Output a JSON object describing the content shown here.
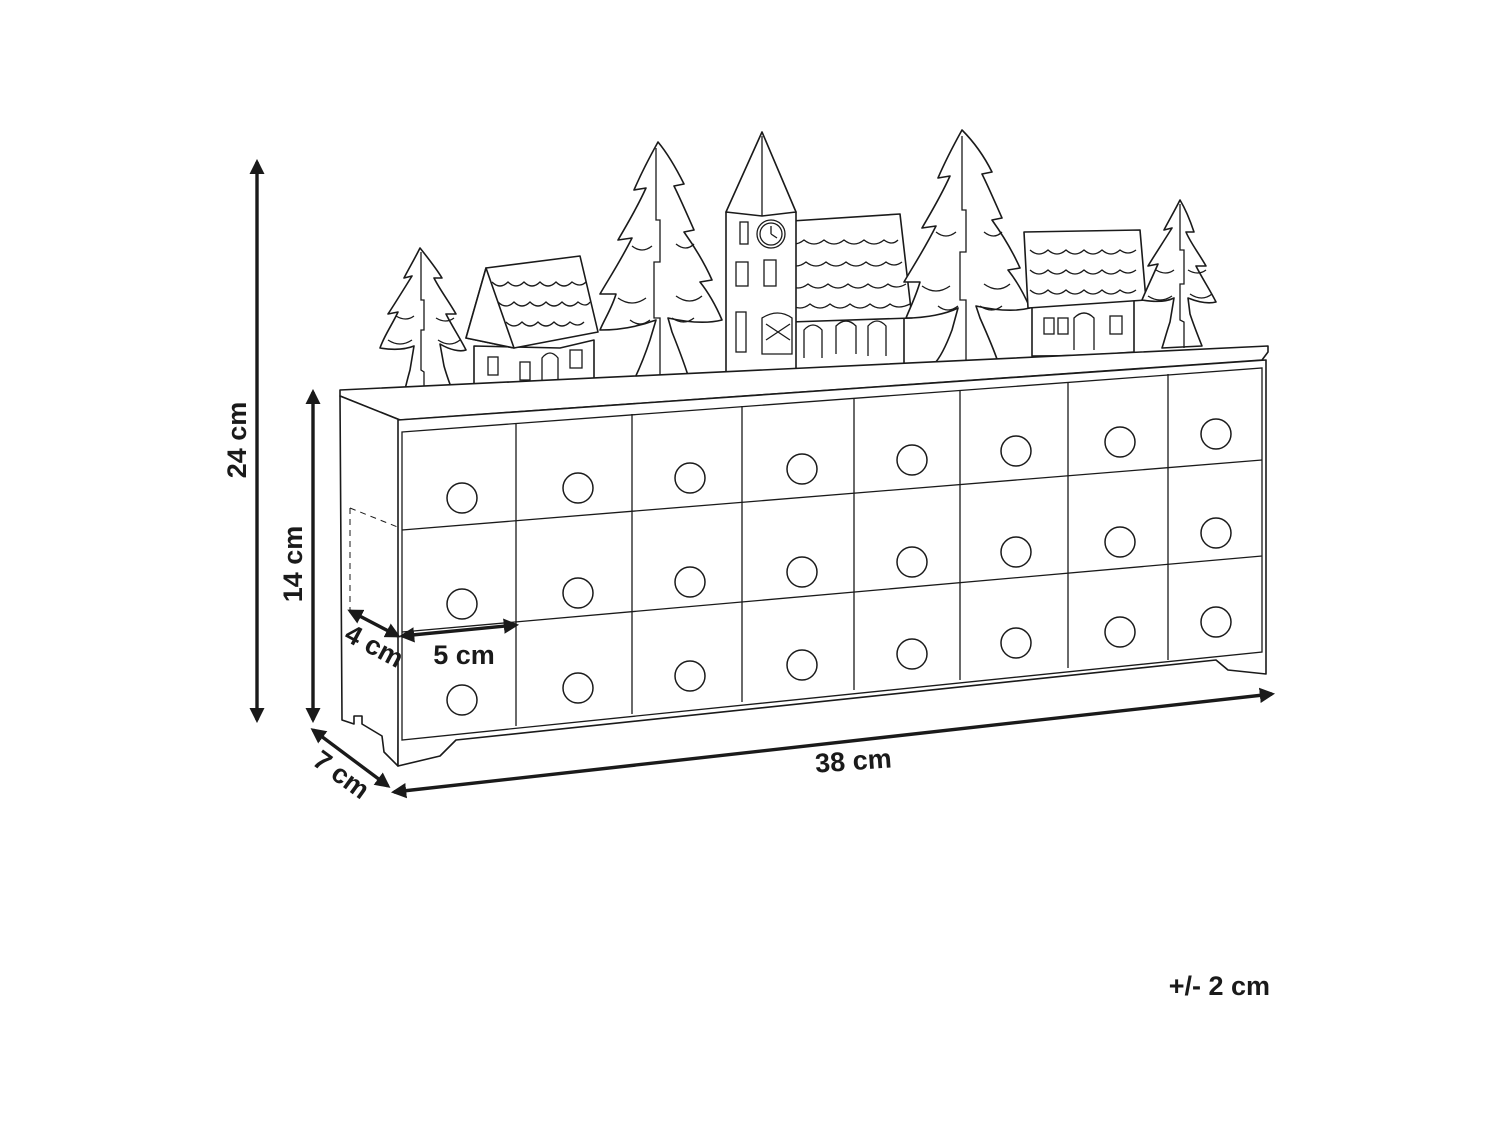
{
  "dimensions": {
    "total_height": "24 cm",
    "body_height": "14 cm",
    "drawer_depth": "4 cm",
    "drawer_width": "5 cm",
    "total_width": "38 cm",
    "total_depth": "7 cm"
  },
  "tolerance": "+/- 2 cm",
  "colors": {
    "line": "#1a1a1a",
    "background": "#ffffff"
  }
}
